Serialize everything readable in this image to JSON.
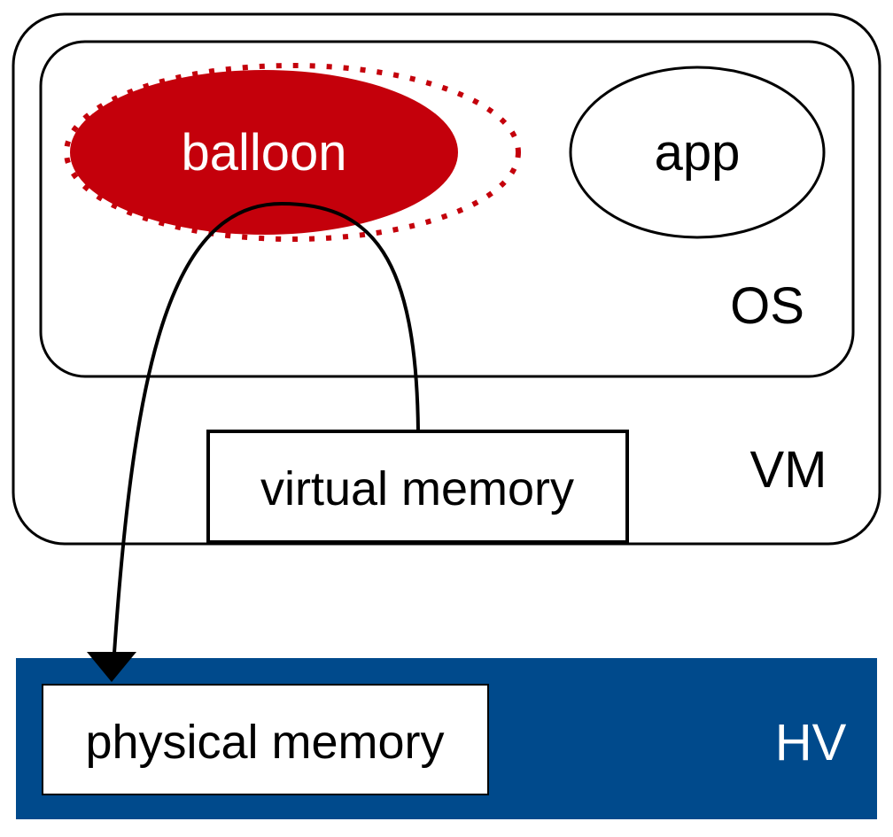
{
  "diagram": {
    "vm_label": "VM",
    "os_label": "OS",
    "balloon_label": "balloon",
    "app_label": "app",
    "virtual_memory_label": "virtual memory",
    "physical_memory_label": "physical memory",
    "hv_label": "HV"
  },
  "colors": {
    "balloon": "#c4000b",
    "hypervisor": "#004a8c",
    "stroke": "#000000",
    "background": "#ffffff"
  }
}
